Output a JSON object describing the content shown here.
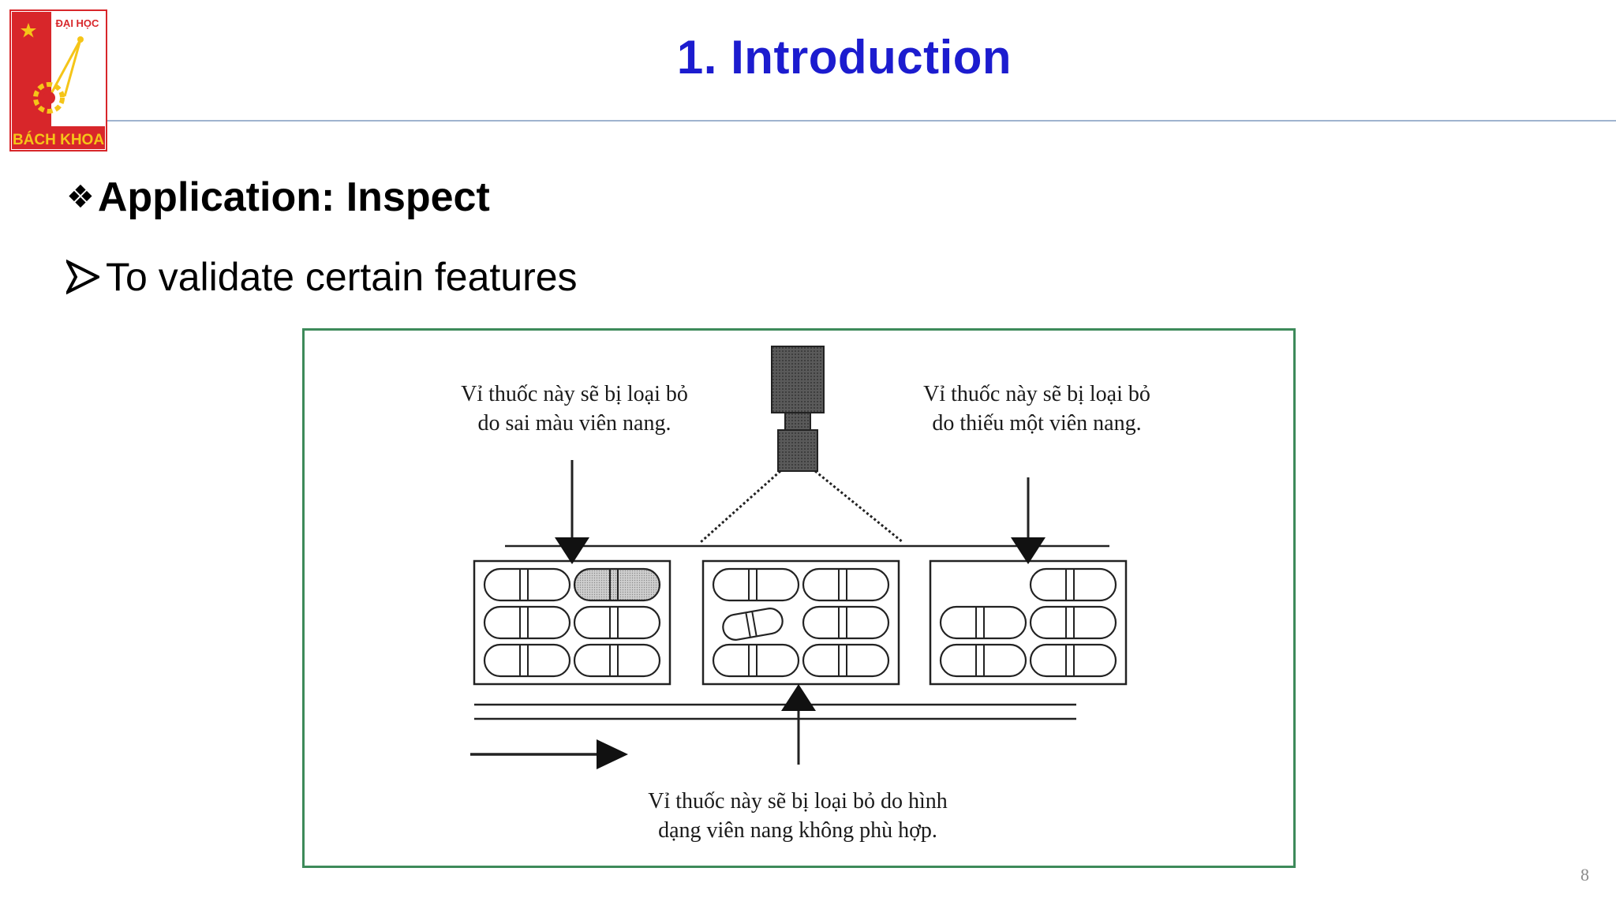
{
  "slide": {
    "title": "1. Introduction",
    "bullet_main": "Application: Inspect",
    "bullet_sub": "To validate certain features",
    "page_number": "8"
  },
  "logo": {
    "top_text": "ĐẠI HỌC",
    "bottom_text": "BÁCH KHOA"
  },
  "figure": {
    "caption_left": [
      "Vỉ thuốc này sẽ bị loại bỏ",
      "do sai màu viên nang."
    ],
    "caption_right": [
      "Vỉ thuốc này sẽ bị loại bỏ",
      "do thiếu một viên nang."
    ],
    "caption_bottom": [
      "Vỉ thuốc này sẽ bị loại bỏ do hình",
      "dạng viên nang không phù hợp."
    ]
  },
  "colors": {
    "title_blue": "#1c1ccf",
    "logo_red": "#d8262a",
    "logo_yellow": "#f5c518",
    "frame_green": "#3d8a5a"
  },
  "icons": {
    "main_bullet": "diamond-cluster-icon",
    "sub_bullet": "arrowhead-icon"
  }
}
